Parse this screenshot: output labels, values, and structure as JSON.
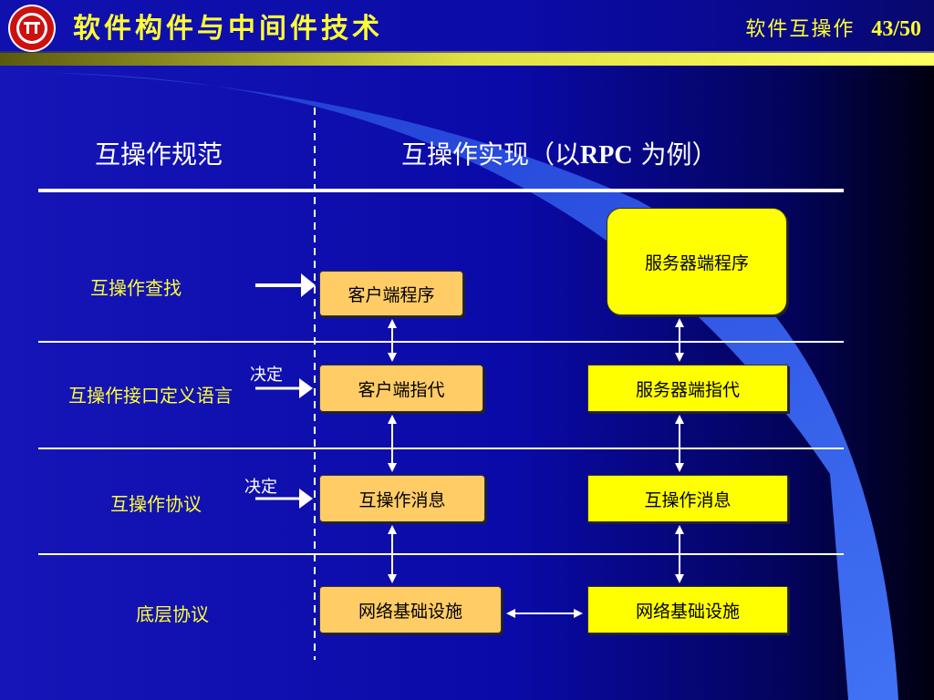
{
  "header": {
    "title": "软件构件与中间件技术",
    "topic": "软件互操作",
    "page": "43/50"
  },
  "columns": {
    "spec": "互操作规范",
    "impl_prefix": "互操作实现（以",
    "impl_rpc": "RPC",
    "impl_suffix": " 为例）"
  },
  "rows": {
    "lookup": "互操作查找",
    "idl": "互操作接口定义语言",
    "protocol": "互操作协议",
    "base": "底层协议"
  },
  "decide_labels": [
    "决定",
    "决定"
  ],
  "boxes": {
    "client_program": "客户端程序",
    "server_program": "服务器端程序",
    "client_stub": "客户端指代",
    "server_stub": "服务器端指代",
    "client_message": "互操作消息",
    "server_message": "互操作消息",
    "client_infra": "网络基础设施",
    "server_infra": "网络基础设施"
  },
  "colors": {
    "background": "#0a0aa0",
    "title_yellow": "#ffff33",
    "box_orange": "#ffcc66",
    "box_yellow": "#ffff00",
    "arc_light_blue": "#3366ff"
  },
  "logo_icon": "university-seal-icon"
}
